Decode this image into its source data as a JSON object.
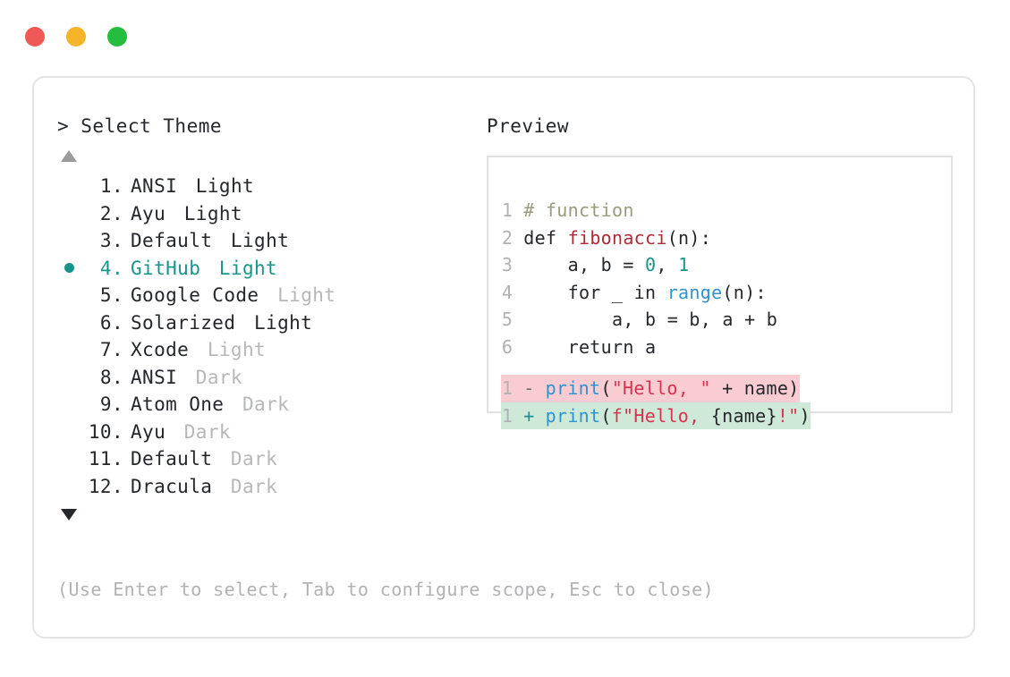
{
  "window": {
    "dots": [
      {
        "name": "close-dot",
        "color": "#f05a56"
      },
      {
        "name": "minimize-dot",
        "color": "#f5b42a"
      },
      {
        "name": "maximize-dot",
        "color": "#24bd3e"
      }
    ]
  },
  "left": {
    "prompt": "> Select Theme",
    "scroll_up_icon": "triangle-up-icon",
    "scroll_down_icon": "triangle-down-icon",
    "items": [
      {
        "index": "1.",
        "name": "ANSI",
        "variant": "Light",
        "variant_dim": false,
        "selected": false
      },
      {
        "index": "2.",
        "name": "Ayu",
        "variant": "Light",
        "variant_dim": false,
        "selected": false
      },
      {
        "index": "3.",
        "name": "Default",
        "variant": "Light",
        "variant_dim": false,
        "selected": false
      },
      {
        "index": "4.",
        "name": "GitHub",
        "variant": "Light",
        "variant_dim": false,
        "selected": true
      },
      {
        "index": "5.",
        "name": "Google Code",
        "variant": "Light",
        "variant_dim": true,
        "selected": false
      },
      {
        "index": "6.",
        "name": "Solarized",
        "variant": "Light",
        "variant_dim": false,
        "selected": false
      },
      {
        "index": "7.",
        "name": "Xcode",
        "variant": "Light",
        "variant_dim": true,
        "selected": false
      },
      {
        "index": "8.",
        "name": "ANSI",
        "variant": "Dark",
        "variant_dim": true,
        "selected": false
      },
      {
        "index": "9.",
        "name": "Atom One",
        "variant": "Dark",
        "variant_dim": true,
        "selected": false
      },
      {
        "index": "10.",
        "name": "Ayu",
        "variant": "Dark",
        "variant_dim": true,
        "selected": false
      },
      {
        "index": "11.",
        "name": "Default",
        "variant": "Dark",
        "variant_dim": true,
        "selected": false
      },
      {
        "index": "12.",
        "name": "Dracula",
        "variant": "Dark",
        "variant_dim": true,
        "selected": false
      }
    ],
    "hint": "(Use Enter to select, Tab to configure scope, Esc to close)"
  },
  "preview": {
    "title": "Preview",
    "code_lines": [
      {
        "num": "1",
        "tokens": [
          {
            "t": "# function",
            "c": "tok-com"
          }
        ]
      },
      {
        "num": "2",
        "tokens": [
          {
            "t": "def ",
            "c": "tok-kw"
          },
          {
            "t": "fibonacci",
            "c": "tok-fn"
          },
          {
            "t": "(n):",
            "c": "tok-plain"
          }
        ]
      },
      {
        "num": "3",
        "tokens": [
          {
            "t": "    a, b = ",
            "c": "tok-plain"
          },
          {
            "t": "0",
            "c": "tok-num"
          },
          {
            "t": ", ",
            "c": "tok-plain"
          },
          {
            "t": "1",
            "c": "tok-num"
          }
        ]
      },
      {
        "num": "4",
        "tokens": [
          {
            "t": "    for _ in ",
            "c": "tok-plain"
          },
          {
            "t": "range",
            "c": "tok-builtin"
          },
          {
            "t": "(n):",
            "c": "tok-plain"
          }
        ]
      },
      {
        "num": "5",
        "tokens": [
          {
            "t": "        a, b = b, a + b",
            "c": "tok-plain"
          }
        ]
      },
      {
        "num": "6",
        "tokens": [
          {
            "t": "    return a",
            "c": "tok-plain"
          }
        ]
      }
    ],
    "diff_lines": [
      {
        "num": "1",
        "kind": "del",
        "marker": "-",
        "tokens": [
          {
            "t": "print",
            "c": "tok-call"
          },
          {
            "t": "(",
            "c": "tok-plain"
          },
          {
            "t": "\"Hello, \"",
            "c": "tok-str"
          },
          {
            "t": " + name)",
            "c": "tok-plain"
          }
        ]
      },
      {
        "num": "1",
        "kind": "add",
        "marker": "+",
        "tokens": [
          {
            "t": "print",
            "c": "tok-call"
          },
          {
            "t": "(",
            "c": "tok-plain"
          },
          {
            "t": "f\"Hello, ",
            "c": "tok-str"
          },
          {
            "t": "{name}",
            "c": "tok-plain"
          },
          {
            "t": "!\"",
            "c": "tok-str"
          },
          {
            "t": ")",
            "c": "tok-plain"
          }
        ]
      }
    ]
  },
  "colors": {
    "accent_teal": "#17948c",
    "diff_removed_bg": "#f9ccd2",
    "diff_added_bg": "#cfe9d8",
    "border": "#e4e4e4",
    "dim_text": "#b6b7b9"
  }
}
